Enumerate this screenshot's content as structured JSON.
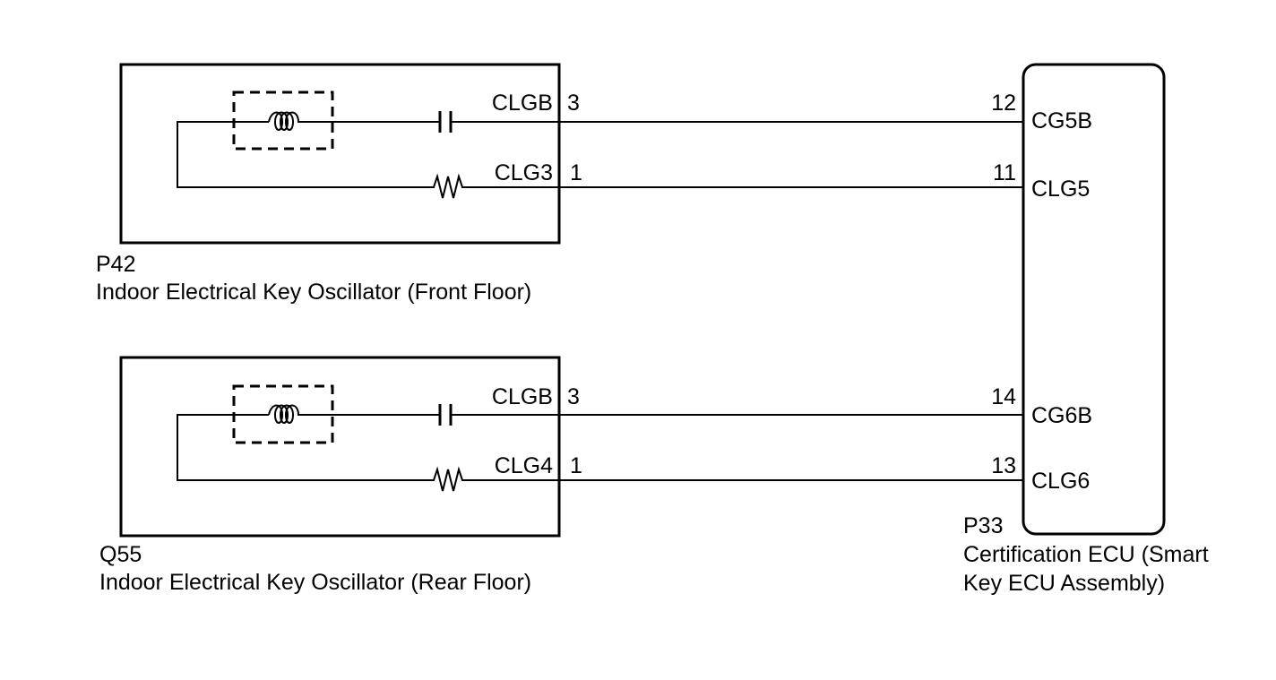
{
  "colors": {
    "line": "#000000",
    "background": "#ffffff"
  },
  "components": {
    "front_oscillator": {
      "code": "P42",
      "name": "Indoor Electrical Key Oscillator (Front Floor)",
      "pins": [
        {
          "signal": "CLGB",
          "pin": "3"
        },
        {
          "signal": "CLG3",
          "pin": "1"
        }
      ]
    },
    "rear_oscillator": {
      "code": "Q55",
      "name": "Indoor Electrical Key Oscillator (Rear Floor)",
      "pins": [
        {
          "signal": "CLGB",
          "pin": "3"
        },
        {
          "signal": "CLG4",
          "pin": "1"
        }
      ]
    },
    "ecu": {
      "code": "P33",
      "name_line1": "Certification ECU (Smart",
      "name_line2": "Key ECU Assembly)",
      "pins": [
        {
          "pin": "12",
          "signal": "CG5B"
        },
        {
          "pin": "11",
          "signal": "CLG5"
        },
        {
          "pin": "14",
          "signal": "CG6B"
        },
        {
          "pin": "13",
          "signal": "CLG6"
        }
      ]
    }
  },
  "symbols": {
    "coil": "coil-icon",
    "capacitor": "capacitor-icon",
    "resistor": "resistor-icon"
  }
}
